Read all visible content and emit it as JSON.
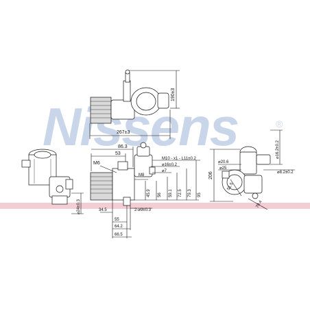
{
  "brand": {
    "watermark_text": "Nissens",
    "registered_mark": "®",
    "watermark_color": "#c9d6ea",
    "band_color": "#f2cdd3"
  },
  "view_top": {
    "width_label": "267±3",
    "height_label": "190±3"
  },
  "view_front": {
    "labels": {
      "d86": "86.3",
      "d53": "53",
      "m6": "M6",
      "m8": "M8",
      "thread": "M10 - x1 - L11±0.2",
      "dia16": "⌀16±0.2",
      "dia7": "⌀7",
      "h45": "45.9",
      "h56": "56",
      "h59": "59.1",
      "h72": "72.5",
      "h79": "79.3",
      "h95": "95",
      "w34": "34.5",
      "holes": "2-⌀9±0.3",
      "w55": "55",
      "w64": "64.2",
      "w66": "66.5"
    }
  },
  "view_left": {
    "dia24": "⌀24±0.3"
  },
  "view_side": {
    "h206": "206",
    "dia16_2": "⌀16.2±0.2",
    "dia20": "⌀20.6",
    "dia25": "⌀25",
    "dia8": "⌀8.2±0.2",
    "r51": "51.5",
    "r79": "79.4"
  }
}
